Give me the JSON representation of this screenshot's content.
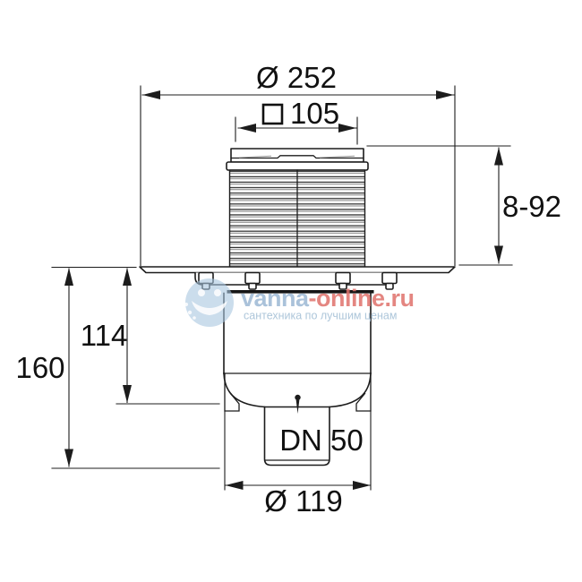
{
  "dimensions": {
    "flange_diameter": "Ø 252",
    "grate_width": "105",
    "grate_height_range": "8-92",
    "body_depth": "114",
    "total_height": "160",
    "outlet": "DN 50",
    "base_diameter": "Ø 119"
  },
  "watermark": {
    "brand_primary": "vanna",
    "brand_secondary": "-online.ru",
    "tagline": "сантехника по лучшим ценам"
  },
  "colors": {
    "line": "#1c1c1c",
    "watermark_blue": "#9cb8d4",
    "watermark_red": "#e0726c",
    "watermark_tagline": "#a5c0d6",
    "watermark_circle": "#a9c6e0"
  }
}
